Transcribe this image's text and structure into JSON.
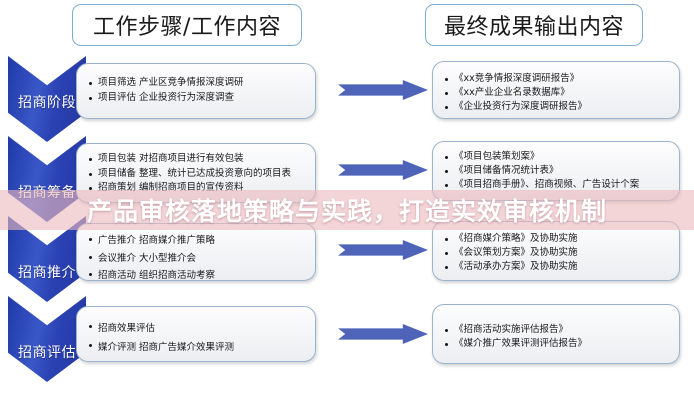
{
  "headers": {
    "left": "工作步骤/工作内容",
    "right": "最终成果输出内容"
  },
  "colors": {
    "chevron_blue": "#2b42b4",
    "arrow_blue": "#4f63b8",
    "header_border": "#7aafd4",
    "card_border": "#9ab4cf",
    "banner_overlay": "#ecbabe"
  },
  "rows": [
    {
      "stage": "招商阶段",
      "steps": [
        "项目筛选 产业区竞争情报深度调研",
        "项目评估 企业投资行为深度调查"
      ],
      "outputs": [
        "《xx竞争情报深度调研报告》",
        "《xx产业企业名录数据库》",
        "《企业投资行为深度调研报告》"
      ]
    },
    {
      "stage": "招商筹备",
      "steps": [
        "项目包装 对招商项目进行有效包装",
        "项目储备 整理、统计已达成投资意向的项目表",
        "招商策划 编制招商项目的宣传资料"
      ],
      "outputs": [
        "《项目包装策划案》",
        "《项目储备情况统计表》",
        "《项目招商手册》、招商视频、广告设计个案"
      ]
    },
    {
      "stage": "招商推介",
      "steps": [
        "广告推介 招商媒介推广策略",
        "会议推介 大小型推介会",
        "招商活动 组织招商活动考察"
      ],
      "outputs": [
        "《招商媒介策略》及协助实施",
        "《会议策划方案》及协助实施",
        "《活动承办方案》及协助实施"
      ]
    },
    {
      "stage": "招商评估",
      "steps": [
        "招商效果评估",
        "媒介评测 招商广告媒介效果评测"
      ],
      "outputs": [
        "《招商活动实施评估报告》",
        "《媒介推广效果评测评估报告》"
      ]
    }
  ],
  "overlay": {
    "banner_text": "产品审核落地策略与实践，打造实效审核机制"
  }
}
